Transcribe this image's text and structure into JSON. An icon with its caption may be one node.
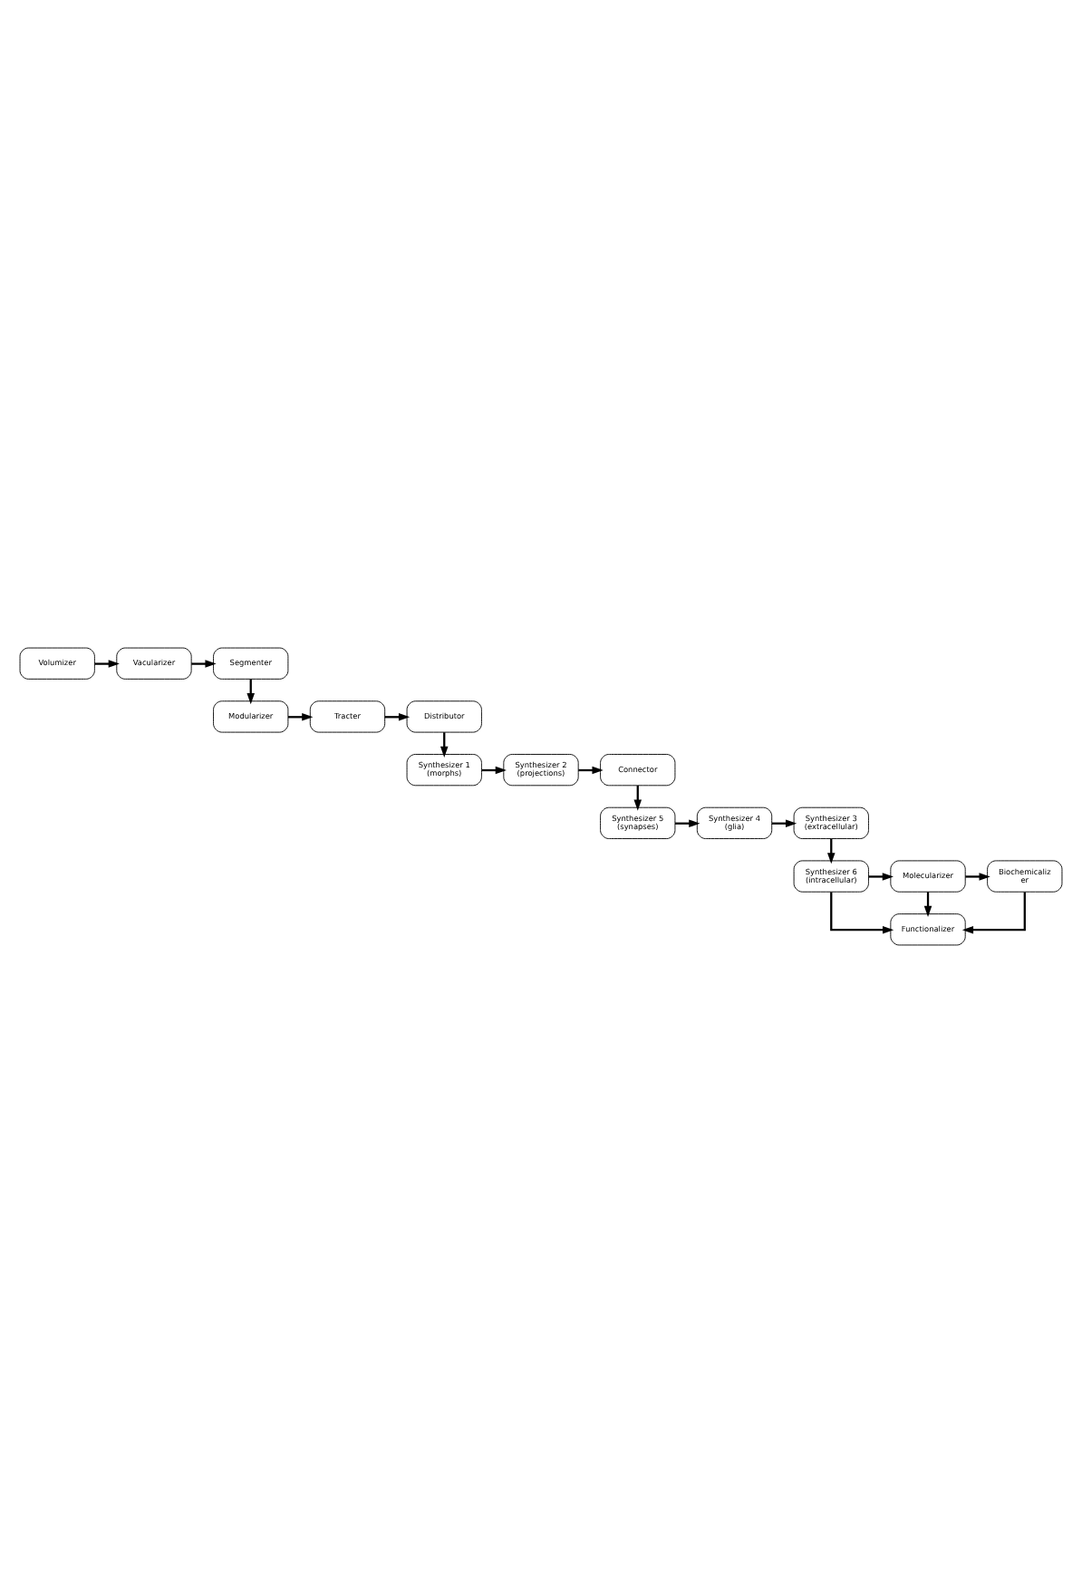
{
  "diagram": {
    "nodes": [
      {
        "text": [
          "Volumizer"
        ]
      },
      {
        "text": [
          "Vacularizer"
        ]
      },
      {
        "text": [
          "Segmenter"
        ]
      },
      {
        "text": [
          "Distributor"
        ]
      },
      {
        "text": [
          "Tracter"
        ]
      },
      {
        "text": [
          "Modularizer"
        ]
      },
      {
        "text": [
          "Synthesizer 1 (morphs)"
        ]
      },
      {
        "text": [
          "Synthesizer 2 (projections)"
        ]
      },
      {
        "text": [
          "Connector"
        ]
      },
      {
        "text": [
          "Synthesizer 3 (extracellular)"
        ]
      },
      {
        "text": [
          "Synthesizer 4 (glia)"
        ]
      },
      {
        "text": [
          "Synthesizer 5 (synapses)"
        ]
      },
      {
        "text": [
          "Synthesizer 6 (intracellular)"
        ]
      },
      {
        "text": [
          "Molecularizer"
        ]
      },
      {
        "text": [
          "Biochemicaliz er"
        ]
      },
      {
        "text": [
          "Functionalizer"
        ]
      }
    ],
    "edges": [
      {
        "from": 0,
        "to": 1,
        "arrow": "to"
      },
      {
        "from": 1,
        "to": 2,
        "arrow": "to"
      },
      {
        "from": 2,
        "to": 5,
        "arrow": "to"
      },
      {
        "from": 5,
        "to": 4,
        "arrow": "to"
      },
      {
        "from": 4,
        "to": 3,
        "arrow": "to"
      },
      {
        "from": 3,
        "to": 6,
        "arrow": "to"
      },
      {
        "from": 6,
        "to": 7,
        "arrow": "to"
      },
      {
        "from": 7,
        "to": 8,
        "arrow": "to"
      },
      {
        "from": 8,
        "to": 11,
        "arrow": "to"
      },
      {
        "from": 11,
        "to": 10,
        "arrow": "to"
      },
      {
        "from": 10,
        "to": 9,
        "arrow": "to"
      },
      {
        "from": 9,
        "to": 12,
        "arrow": "to"
      },
      {
        "from": 12,
        "to": 13,
        "arrow": "to"
      },
      {
        "from": 13,
        "to": 14,
        "arrow": "to"
      },
      {
        "from": 13,
        "to": 15,
        "arrow": "to"
      },
      {
        "from": 12,
        "to": 15,
        "arrow": "to"
      },
      {
        "from": 14,
        "to": 15,
        "arrow": "to"
      }
    ]
  }
}
